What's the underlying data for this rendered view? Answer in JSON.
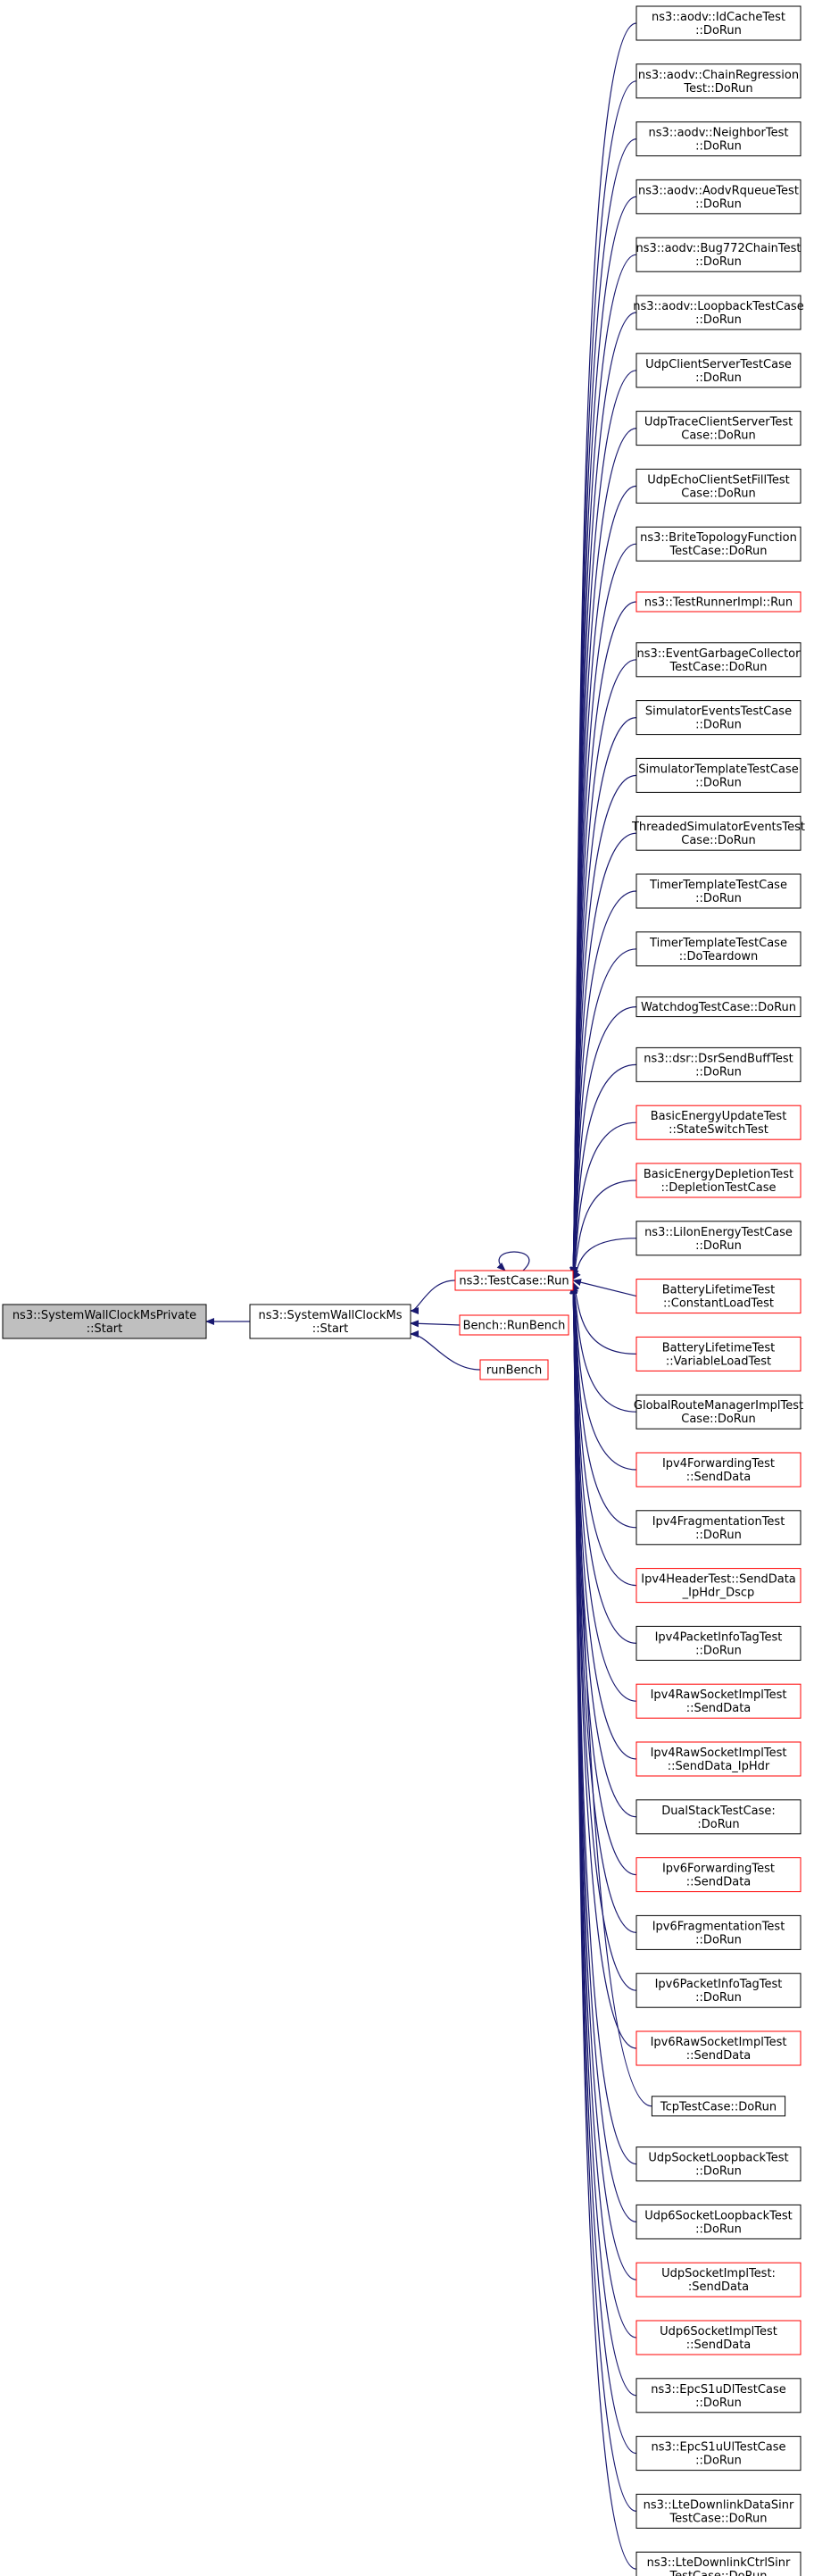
{
  "colors": {
    "edge": "#191970",
    "node_border_normal": "#000000",
    "node_border_red": "#ff0000",
    "focus_fill": "#bfbfbf",
    "node_fill": "#ffffff",
    "text": "#000000"
  },
  "nodes": {
    "private_start": {
      "lines": [
        "ns3::SystemWallClockMsPrivate",
        "::Start"
      ],
      "style": "focus"
    },
    "start": {
      "lines": [
        "ns3::SystemWallClockMs",
        "::Start"
      ],
      "style": "normal"
    },
    "testcase_run": {
      "lines": [
        "ns3::TestCase::Run"
      ],
      "style": "red"
    },
    "bench_runbench": {
      "lines": [
        "Bench::RunBench"
      ],
      "style": "red"
    },
    "runbench": {
      "lines": [
        "runBench"
      ],
      "style": "red"
    },
    "callers": [
      {
        "lines": [
          "ns3::aodv::IdCacheTest",
          "::DoRun"
        ],
        "style": "normal"
      },
      {
        "lines": [
          "ns3::aodv::ChainRegression",
          "Test::DoRun"
        ],
        "style": "normal"
      },
      {
        "lines": [
          "ns3::aodv::NeighborTest",
          "::DoRun"
        ],
        "style": "normal"
      },
      {
        "lines": [
          "ns3::aodv::AodvRqueueTest",
          "::DoRun"
        ],
        "style": "normal"
      },
      {
        "lines": [
          "ns3::aodv::Bug772ChainTest",
          "::DoRun"
        ],
        "style": "normal"
      },
      {
        "lines": [
          "ns3::aodv::LoopbackTestCase",
          "::DoRun"
        ],
        "style": "normal"
      },
      {
        "lines": [
          "UdpClientServerTestCase",
          "::DoRun"
        ],
        "style": "normal"
      },
      {
        "lines": [
          "UdpTraceClientServerTest",
          "Case::DoRun"
        ],
        "style": "normal"
      },
      {
        "lines": [
          "UdpEchoClientSetFillTest",
          "Case::DoRun"
        ],
        "style": "normal"
      },
      {
        "lines": [
          "ns3::BriteTopologyFunction",
          "TestCase::DoRun"
        ],
        "style": "normal"
      },
      {
        "lines": [
          "ns3::TestRunnerImpl::Run"
        ],
        "style": "red"
      },
      {
        "lines": [
          "ns3::EventGarbageCollector",
          "TestCase::DoRun"
        ],
        "style": "normal"
      },
      {
        "lines": [
          "SimulatorEventsTestCase",
          "::DoRun"
        ],
        "style": "normal"
      },
      {
        "lines": [
          "SimulatorTemplateTestCase",
          "::DoRun"
        ],
        "style": "normal"
      },
      {
        "lines": [
          "ThreadedSimulatorEventsTest",
          "Case::DoRun"
        ],
        "style": "normal"
      },
      {
        "lines": [
          "TimerTemplateTestCase",
          "::DoRun"
        ],
        "style": "normal"
      },
      {
        "lines": [
          "TimerTemplateTestCase",
          "::DoTeardown"
        ],
        "style": "normal"
      },
      {
        "lines": [
          "WatchdogTestCase::DoRun"
        ],
        "style": "normal"
      },
      {
        "lines": [
          "ns3::dsr::DsrSendBuffTest",
          "::DoRun"
        ],
        "style": "normal"
      },
      {
        "lines": [
          "BasicEnergyUpdateTest",
          "::StateSwitchTest"
        ],
        "style": "red"
      },
      {
        "lines": [
          "BasicEnergyDepletionTest",
          "::DepletionTestCase"
        ],
        "style": "red"
      },
      {
        "lines": [
          "ns3::LiIonEnergyTestCase",
          "::DoRun"
        ],
        "style": "normal"
      },
      {
        "lines": [
          "BatteryLifetimeTest",
          "::ConstantLoadTest"
        ],
        "style": "red"
      },
      {
        "lines": [
          "BatteryLifetimeTest",
          "::VariableLoadTest"
        ],
        "style": "red"
      },
      {
        "lines": [
          "GlobalRouteManagerImplTest",
          "Case::DoRun"
        ],
        "style": "normal"
      },
      {
        "lines": [
          "Ipv4ForwardingTest",
          "::SendData"
        ],
        "style": "red"
      },
      {
        "lines": [
          "Ipv4FragmentationTest",
          "::DoRun"
        ],
        "style": "normal"
      },
      {
        "lines": [
          "Ipv4HeaderTest::SendData",
          "_IpHdr_Dscp"
        ],
        "style": "red"
      },
      {
        "lines": [
          "Ipv4PacketInfoTagTest",
          "::DoRun"
        ],
        "style": "normal"
      },
      {
        "lines": [
          "Ipv4RawSocketImplTest",
          "::SendData"
        ],
        "style": "red"
      },
      {
        "lines": [
          "Ipv4RawSocketImplTest",
          "::SendData_IpHdr"
        ],
        "style": "red"
      },
      {
        "lines": [
          "DualStackTestCase:",
          ":DoRun"
        ],
        "style": "normal"
      },
      {
        "lines": [
          "Ipv6ForwardingTest",
          "::SendData"
        ],
        "style": "red"
      },
      {
        "lines": [
          "Ipv6FragmentationTest",
          "::DoRun"
        ],
        "style": "normal"
      },
      {
        "lines": [
          "Ipv6PacketInfoTagTest",
          "::DoRun"
        ],
        "style": "normal"
      },
      {
        "lines": [
          "Ipv6RawSocketImplTest",
          "::SendData"
        ],
        "style": "red"
      },
      {
        "lines": [
          "TcpTestCase::DoRun"
        ],
        "style": "normal"
      },
      {
        "lines": [
          "UdpSocketLoopbackTest",
          "::DoRun"
        ],
        "style": "normal"
      },
      {
        "lines": [
          "Udp6SocketLoopbackTest",
          "::DoRun"
        ],
        "style": "normal"
      },
      {
        "lines": [
          "UdpSocketImplTest:",
          ":SendData"
        ],
        "style": "red"
      },
      {
        "lines": [
          "Udp6SocketImplTest",
          "::SendData"
        ],
        "style": "red"
      },
      {
        "lines": [
          "ns3::EpcS1uDlTestCase",
          "::DoRun"
        ],
        "style": "normal"
      },
      {
        "lines": [
          "ns3::EpcS1uUlTestCase",
          "::DoRun"
        ],
        "style": "normal"
      },
      {
        "lines": [
          "ns3::LteDownlinkDataSinr",
          "TestCase::DoRun"
        ],
        "style": "normal"
      },
      {
        "lines": [
          "ns3::LteDownlinkCtrlSinr",
          "TestCase::DoRun"
        ],
        "style": "normal"
      }
    ]
  }
}
